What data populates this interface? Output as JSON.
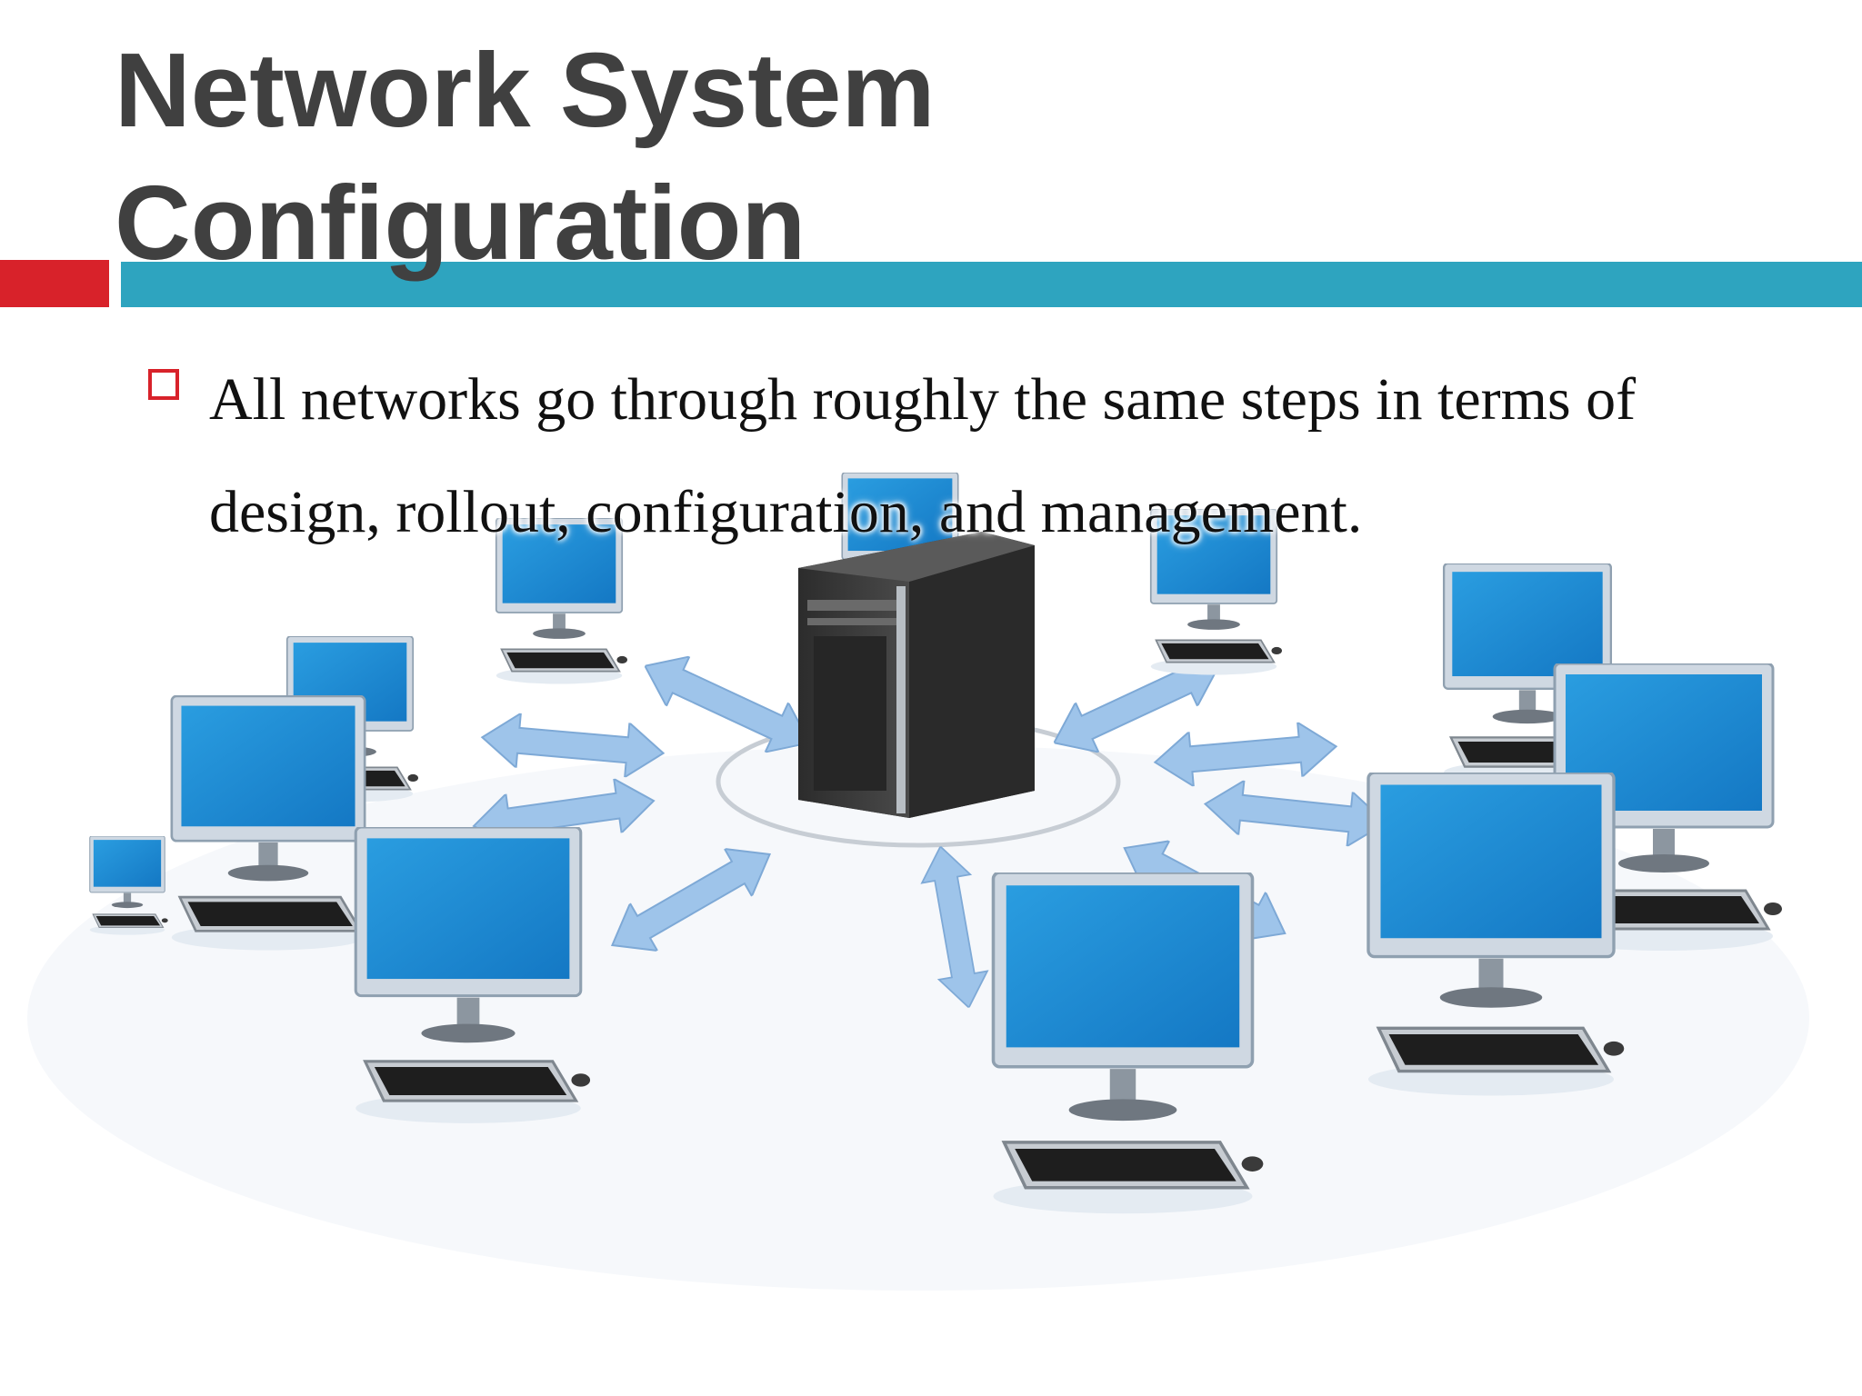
{
  "slide": {
    "title_line1": "Network System",
    "title_line2": "Configuration",
    "bullets": [
      {
        "text": "All networks go through roughly the same steps in terms of design, rollout, configuration, and management."
      }
    ],
    "illustration_icon": "network-star-topology",
    "colors": {
      "title": "#404040",
      "red_accent": "#d8222a",
      "teal_accent": "#2ea4bf",
      "screen_blue": "#1f8fd6",
      "arrow_blue": "#9ec4ea"
    }
  }
}
